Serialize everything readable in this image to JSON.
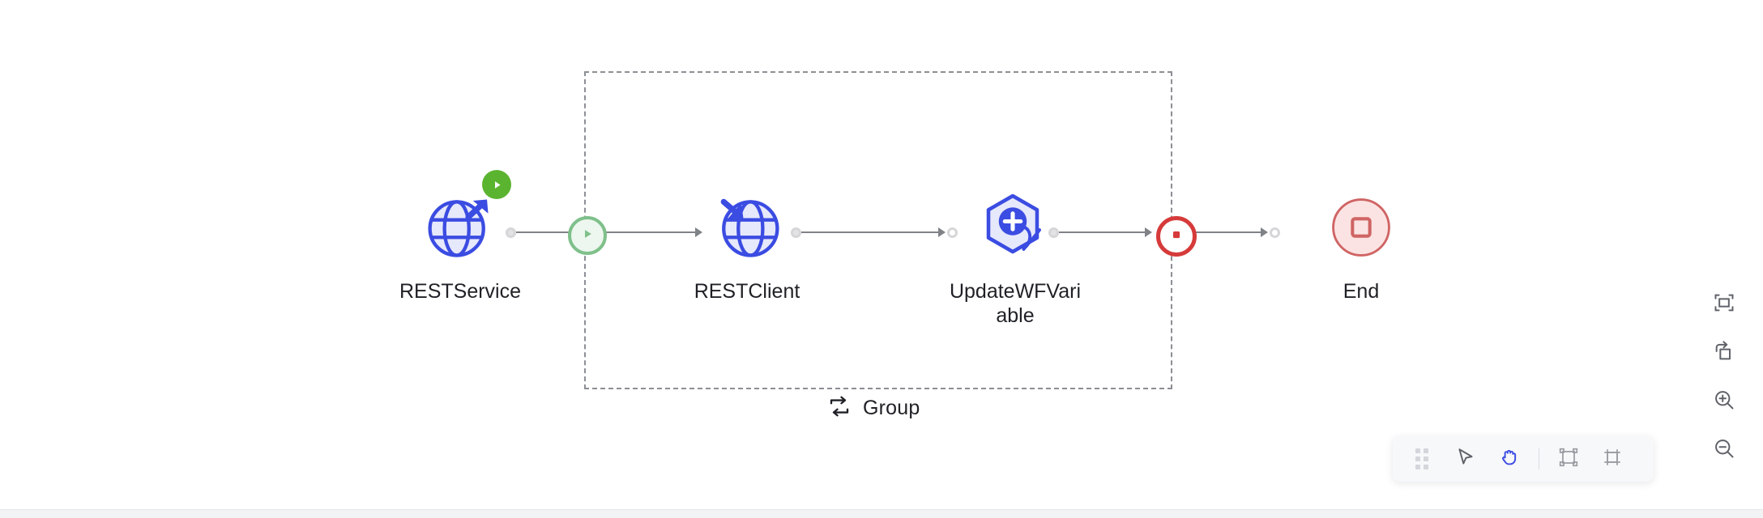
{
  "canvas": {
    "background": "#ffffff",
    "accent_blue": "#3b4ce2",
    "edge_color": "#7f8287",
    "group_border_color": "#8c8f94"
  },
  "group": {
    "label": "Group",
    "icon": "repeat-loop-icon"
  },
  "nodes": [
    {
      "id": "restservice",
      "label": "RESTService",
      "icon": "globe-outbound-arrow-icon",
      "badge": "play-badge",
      "badge_color": "#5bb430"
    },
    {
      "id": "restclient",
      "label": "RESTClient",
      "icon": "globe-inbound-arrow-icon"
    },
    {
      "id": "updatewfvariable",
      "label": "UpdateWFVariable",
      "icon": "hexagon-plus-x-icon"
    },
    {
      "id": "end",
      "label": "End",
      "icon": "stop-square-circle-icon",
      "color": "#d06464"
    }
  ],
  "boundary_markers": [
    {
      "id": "group-start",
      "icon": "play-circle-icon",
      "color": "#7fc08b"
    },
    {
      "id": "group-stop",
      "icon": "stop-circle-icon",
      "color": "#d63a3a"
    }
  ],
  "tool_dock": {
    "items": [
      {
        "name": "drag-handle",
        "icon": "drag-dots-icon",
        "active": false
      },
      {
        "name": "select-tool",
        "icon": "cursor-arrow-icon",
        "active": false
      },
      {
        "name": "pan-tool",
        "icon": "hand-icon",
        "active": true
      },
      {
        "name": "divider",
        "icon": "divider",
        "active": false
      },
      {
        "name": "select-area-tool",
        "icon": "select-box-icon",
        "active": false
      },
      {
        "name": "frame-tool",
        "icon": "frame-crop-icon",
        "active": false
      }
    ],
    "active_color": "#3b4ce2"
  },
  "tool_rail": {
    "items": [
      {
        "name": "fit-to-screen",
        "icon": "fit-screen-icon"
      },
      {
        "name": "reset-view",
        "icon": "rotate-square-icon"
      },
      {
        "name": "zoom-in",
        "icon": "zoom-in-icon"
      },
      {
        "name": "zoom-out",
        "icon": "zoom-out-icon"
      }
    ]
  }
}
